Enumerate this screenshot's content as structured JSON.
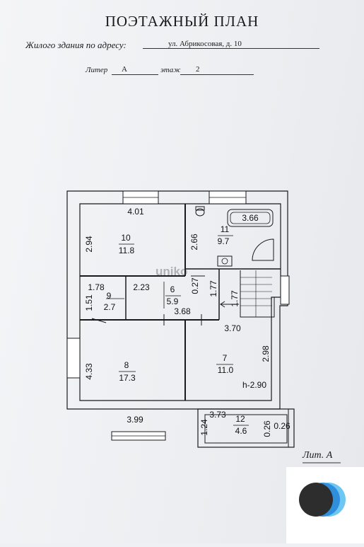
{
  "header": {
    "title": "ПОЭТАЖНЫЙ ПЛАН",
    "address_label": "Жилого здания по адресу:",
    "address_value": "ул. Абрикосовая, д. 10",
    "litera_label": "Литер",
    "litera_value": "А",
    "floor_label": "этаж",
    "floor_value": "2"
  },
  "rooms": [
    {
      "id": "10",
      "area": "11.8"
    },
    {
      "id": "11",
      "area": "9.7"
    },
    {
      "id": "9",
      "area": "2.7"
    },
    {
      "id": "6",
      "area": "5.9"
    },
    {
      "id": "8",
      "area": "17.3"
    },
    {
      "id": "7",
      "area": "11.0"
    },
    {
      "id": "12",
      "area": "4.6"
    }
  ],
  "dimensions": {
    "d401": "4.01",
    "d294": "2.94",
    "d266": "2.66",
    "d366": "3.66",
    "d027": "0.27",
    "d177a": "1.77",
    "d177b": "1.77",
    "d178": "1.78",
    "d151": "1.51",
    "d223": "2.23",
    "d368": "3.68",
    "d370": "3.70",
    "d433": "4.33",
    "d298": "2.98",
    "d399": "3.99",
    "d373": "3.73",
    "d124": "1.24",
    "d026a": "0.26",
    "d026b": "0.26"
  },
  "height_note": "h-2.90",
  "footer_litera": "Лит. А",
  "watermark": "uniko"
}
